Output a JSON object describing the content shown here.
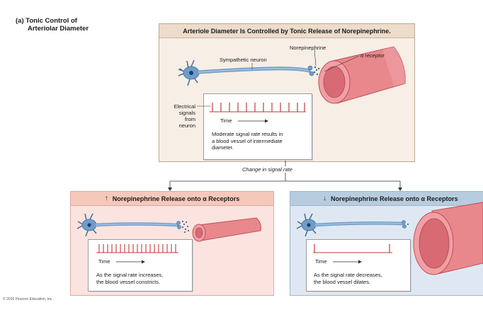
{
  "figure": {
    "label": "(a)",
    "title_line1": "Tonic Control of",
    "title_line2": "Arteriolar Diameter"
  },
  "top_panel": {
    "heading": "Arteriole Diameter Is Controlled by Tonic Release of Norepinephrine.",
    "label_neuron": "Sympathetic neuron",
    "label_ne": "Norepinephrine",
    "label_receptor": "α receptor",
    "label_signals_1": "Electrical",
    "label_signals_2": "signals",
    "label_signals_3": "from",
    "label_signals_4": "neuron",
    "time_label": "Time",
    "caption_1": "Moderate signal rate results in",
    "caption_2": "a blood vessel of intermediate",
    "caption_3": "diameter."
  },
  "connector": {
    "label": "Change in signal rate"
  },
  "left_panel": {
    "arrow": "↑",
    "heading": "Norepinephrine Release onto α Receptors",
    "time_label": "Time",
    "caption_1": "As the signal rate increases,",
    "caption_2": "the blood vessel constricts."
  },
  "right_panel": {
    "arrow": "↓",
    "heading": "Norepinephrine Release onto α Receptors",
    "time_label": "Time",
    "caption_1": "As the signal rate decreases,",
    "caption_2": "the blood vessel dilates."
  },
  "copyright": "© 2016 Pearson Education, Inc.",
  "colors": {
    "vessel": "#e8888c",
    "vessel_dark": "#c24e58",
    "vessel_inner": "#d86a74",
    "neuron": "#6f9cc8",
    "spike": "#c23a3a"
  }
}
